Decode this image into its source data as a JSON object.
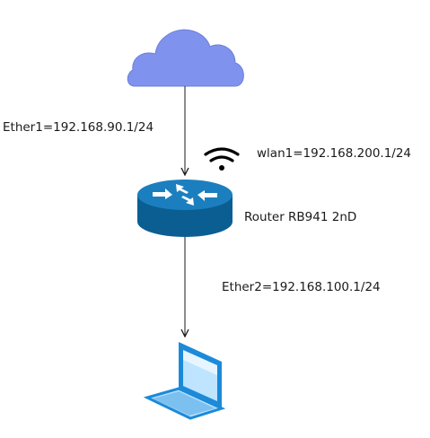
{
  "diagram": {
    "links": [
      {
        "from": "Cloud",
        "to": "Router"
      },
      {
        "from": "Router",
        "to": "Laptop"
      }
    ],
    "labels": {
      "ether1": "Ether1=192.168.90.1/24",
      "wlan1": "wlan1=192.168.200.1/24",
      "router": "Router RB941 2nD",
      "ether2": "Ether2=192.168.100.1/24"
    },
    "colors": {
      "cloud_fill": "#7f92ee",
      "cloud_stroke": "#6b7fd8",
      "router_top": "#1b7fbf",
      "router_side": "#0b5e92",
      "laptop_blue": "#1c8ad9",
      "laptop_light": "#bfe4ff",
      "line": "#1a1a1a"
    },
    "icons": [
      "cloud-icon",
      "router-icon",
      "wifi-icon",
      "laptop-icon"
    ]
  }
}
